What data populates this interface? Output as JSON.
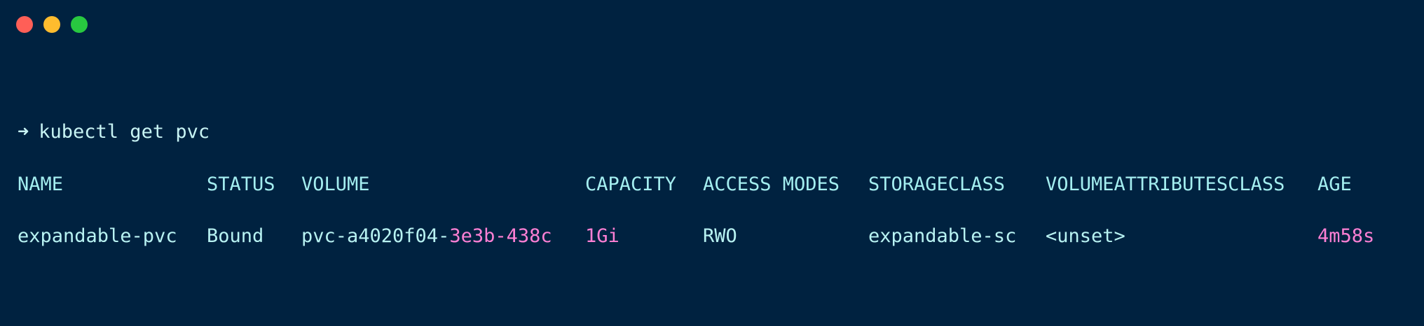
{
  "window": {
    "close_icon": "red-dot",
    "minimize_icon": "yellow-dot",
    "maximize_icon": "green-dot"
  },
  "prompt": {
    "arrow": "➜",
    "command": "kubectl get pvc"
  },
  "table": {
    "headers": {
      "name": "NAME",
      "status": "STATUS",
      "volume": "VOLUME",
      "capacity": "CAPACITY",
      "access_modes": "ACCESS MODES",
      "storageclass": "STORAGECLASS",
      "volumeattributesclass": "VOLUMEATTRIBUTESCLASS",
      "age": "AGE"
    },
    "rows": [
      {
        "name": "expandable-pvc",
        "status": "Bound",
        "volume_prefix": "pvc-a4020f04-",
        "volume_highlight_1": "3e3b",
        "volume_sep": "-",
        "volume_highlight_2": "438c",
        "capacity": "1Gi",
        "access_modes": "RWO",
        "storageclass": "expandable-sc",
        "volumeattributesclass": "<unset>",
        "age": "4m58s"
      }
    ]
  },
  "colors": {
    "background": "#002240",
    "text": "#c8f4f4",
    "highlight": "#ff80d5"
  }
}
